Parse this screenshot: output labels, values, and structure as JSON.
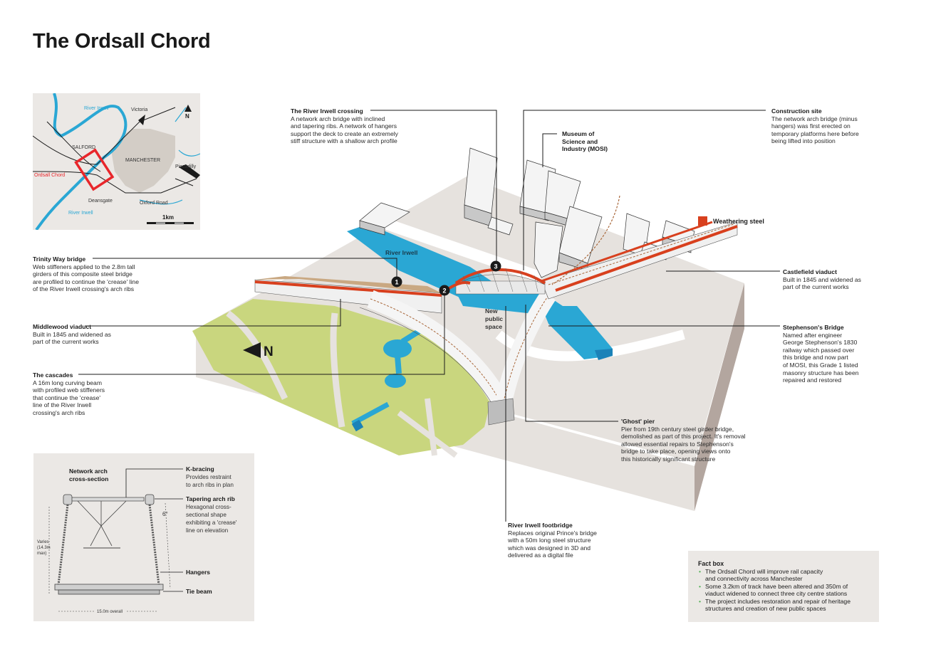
{
  "title": "The Ordsall Chord",
  "colors": {
    "weathering_steel": "#d8401e",
    "river": "#2aa7d4",
    "grass": "#c9d67e",
    "ground": "#e6e2de",
    "block_side": "#b3a69f",
    "building": "#f4f4f4",
    "building_shade": "#c8c8c8",
    "rail": "#a9683b",
    "inset_bg": "#ebe8e5",
    "fact_bullet": "#4caf50",
    "map_red": "#e8262b"
  },
  "locator_map": {
    "labels": {
      "river_irwell_top": "River Irwell",
      "victoria": "Victoria",
      "salford": "SALFORD",
      "manchester": "MANCHESTER",
      "ordsall_chord": "Ordsall Chord",
      "piccadilly": "Piccadilly",
      "deansgate": "Deansgate",
      "oxford_road": "Oxford Road",
      "river_irwell_bottom": "River Irwell"
    },
    "north": "N",
    "scale": "1km"
  },
  "legend": {
    "weathering_steel": "Weathering steel"
  },
  "scene_labels": {
    "river_irwell": "River Irwell",
    "new_public_space": "New\npublic\nspace",
    "north": "N",
    "markers": [
      "1",
      "2",
      "3"
    ]
  },
  "callouts": {
    "river_irwell_crossing": {
      "heading": "The River Irwell crossing",
      "body": "A network arch bridge with inclined\nand tapering ribs. A network of hangers\nsupport the deck to create an extremely\nstiff structure with a shallow arch profile"
    },
    "construction_site": {
      "heading": "Construction site",
      "body": "The network arch bridge (minus\nhangers) was first erected on\ntemporary platforms here before\nbeing lifted into position"
    },
    "mosi": {
      "heading": "Museum of\nScience and\nIndustry (MOSI)"
    },
    "trinity_way": {
      "heading": "Trinity Way bridge",
      "body": "Web stiffeners applied to the 2.8m tall\ngirders of this composite steel bridge\nare profiled to continue the 'crease' line\nof the River Irwell crossing's arch ribs"
    },
    "middlewood": {
      "heading": "Middlewood viaduct",
      "body": "Built in 1845 and widened as\npart of the current works"
    },
    "cascades": {
      "heading": "The cascades",
      "body": "A 16m long curving beam\nwith profiled web stiffeners\nthat continue the 'crease'\nline of the River Irwell\ncrossing's arch ribs"
    },
    "castlefield": {
      "heading": "Castlefield viaduct",
      "body": "Built in 1845 and widened as\npart of the current works"
    },
    "stephensons": {
      "heading": "Stephenson's Bridge",
      "body": "Named after engineer\nGeorge Stephenson's 1830\nrailway which passed over\nthis bridge and now part\nof MOSI, this Grade 1 listed\nmasonry structure has been\nrepaired and restored"
    },
    "ghost_pier": {
      "heading": "'Ghost' pier",
      "body": "Pier from 19th century steel girder bridge,\ndemolished as part of this project. It's removal\nallowed essential repairs to Stephenson's\nbridge to take place, opening views onto\nthis historically significant structure"
    },
    "footbridge": {
      "heading": "River Irwell footbridge",
      "body": "Replaces original Prince's bridge\nwith a 50m long steel structure\nwhich was designed in 3D and\ndelivered as a digital file"
    }
  },
  "cross_section": {
    "title": "Network arch\ncross-section",
    "k_bracing": {
      "heading": "K-bracing",
      "body": "Provides restraint\nto arch ribs in plan"
    },
    "tapering_rib": {
      "heading": "Tapering arch rib",
      "body": "Hexagonal cross-\nsectional shape\nexhibiting a 'crease'\nline on elevation"
    },
    "hangers": "Hangers",
    "tie_beam": "Tie beam",
    "height_label": "Varies\n(14.3m\nmax)",
    "angle_label": "6°",
    "width_label": "15.0m overall"
  },
  "fact_box": {
    "heading": "Fact box",
    "items": [
      "The Ordsall Chord will improve rail capacity\nand connectivity across Manchester",
      "Some 3.2km of track have been altered and 350m of\nviaduct widened to connect three city centre stations",
      "The project includes restoration and repair of heritage\nstructures and creation of new public spaces"
    ]
  }
}
